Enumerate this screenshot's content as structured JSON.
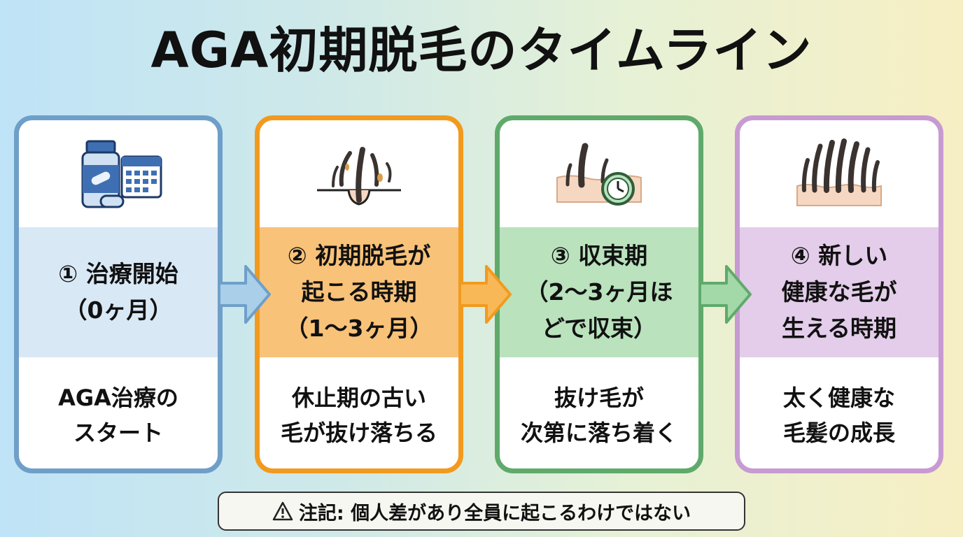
{
  "title": "AGA初期脱毛のタイムライン",
  "steps": [
    {
      "label_lines": [
        "① 治療開始",
        "（0ヶ月）"
      ],
      "desc_lines": [
        "AGA治療の",
        "スタート"
      ],
      "icon": "medicine-calendar-icon",
      "color": "#6f9fc9"
    },
    {
      "label_lines": [
        "② 初期脱毛が",
        "起こる時期",
        "（1〜3ヶ月）"
      ],
      "desc_lines": [
        "休止期の古い",
        "毛が抜け落ちる"
      ],
      "icon": "shedding-hair-icon",
      "color": "#f29a1e"
    },
    {
      "label_lines": [
        "③ 収束期",
        "（2〜3ヶ月ほ",
        "どで収束）"
      ],
      "desc_lines": [
        "抜け毛が",
        "次第に落ち着く"
      ],
      "icon": "hair-clock-icon",
      "color": "#5faa6b"
    },
    {
      "label_lines": [
        "④ 新しい",
        "健康な毛が",
        "生える時期"
      ],
      "desc_lines": [
        "太く健康な",
        "毛髪の成長"
      ],
      "icon": "healthy-hair-icon",
      "color": "#c79ad2"
    }
  ],
  "note": {
    "icon": "warning-icon",
    "text": "注記: 個人差があり全員に起こるわけではない"
  }
}
